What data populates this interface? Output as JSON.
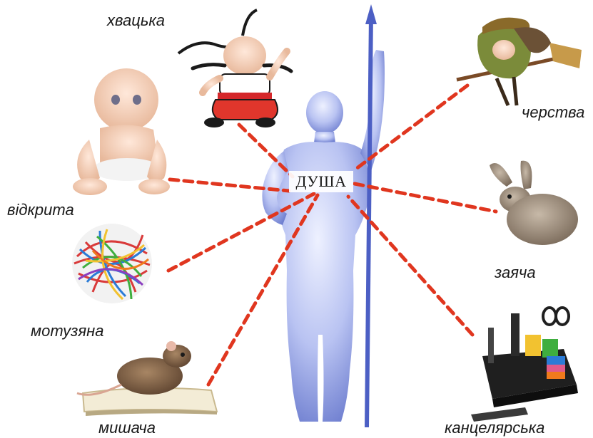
{
  "center": {
    "label": "ДУША"
  },
  "labels": {
    "top_left": "хвацька",
    "top_right": "черства",
    "left_upper": "відкрита",
    "right_middle": "заяча",
    "left_middle": "мотузяна",
    "bottom_left": "мишача",
    "bottom_right": "канцелярська"
  },
  "colors": {
    "dash_line": "#e0361f",
    "figure_fill": "#b9c3f2",
    "figure_shade": "#6f7fd0",
    "spear": "#4c5fc4"
  },
  "icons": [
    "cossack-illustration",
    "witch-on-broom-illustration",
    "baby-photo",
    "rabbit-photo",
    "tangled-rubber-bands-photo",
    "mouse-on-book-photo",
    "desk-organizer-photo",
    "human-silhouette",
    "spear"
  ]
}
